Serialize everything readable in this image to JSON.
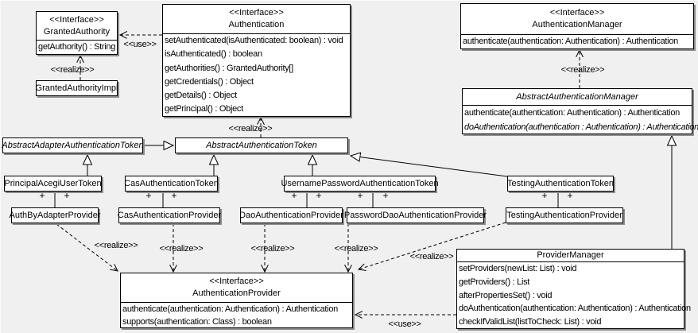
{
  "colors": {
    "background": "#f0f0f0",
    "box_fill": "#ffffff",
    "line": "#000000",
    "shadow": "#8c8c8c"
  },
  "edge_labels": {
    "use": "<<use>>",
    "realize": "<<realize>>"
  },
  "multiplicity": {
    "plus": "+"
  },
  "classes": {
    "granted_authority": {
      "stereotype": "<<Interface>>",
      "name": "GrantedAuthority",
      "methods": [
        "getAuthority() : String"
      ]
    },
    "granted_authority_impl": {
      "name": "GrantedAuthorityImpl"
    },
    "authentication": {
      "stereotype": "<<Interface>>",
      "name": "Authentication",
      "methods": [
        "setAuthenticated(isAuthenticated: boolean) : void",
        "isAuthenticated() : boolean",
        "getAuthorities() : GrantedAuthority[]",
        "getCredentials() : Object",
        "getDetails() : Object",
        "getPrincipal() : Object"
      ]
    },
    "authentication_manager": {
      "stereotype": "<<Interface>>",
      "name": "AuthenticationManager",
      "methods": [
        "authenticate(authentication: Authentication) : Authentication"
      ]
    },
    "abstract_authentication_manager": {
      "name": "AbstractAuthenticationManager",
      "methods": [
        "authenticate(authentication: Authentication) : Authentication",
        "doAuthentication(authentication : Authentication) : Authentication"
      ]
    },
    "abstract_adapter_authentication_token": {
      "name": "AbstractAdapterAuthenticationToken"
    },
    "abstract_authentication_token": {
      "name": "AbstractAuthenticationToken"
    },
    "principal_acegi_user_token": {
      "name": "PrincipalAcegiUserToken"
    },
    "cas_authentication_token": {
      "name": "CasAuthenticationToken"
    },
    "username_password_authentication_token": {
      "name": "UsernamePasswordAuthenticationToken"
    },
    "testing_authentication_token": {
      "name": "TestingAuthenticationToken"
    },
    "auth_by_adapter_provider": {
      "name": "AuthByAdapterProvider"
    },
    "cas_authentication_provider": {
      "name": "CasAuthenticationProvider"
    },
    "dao_authentication_provider": {
      "name": "DaoAuthenticationProvider"
    },
    "password_dao_authentication_provider": {
      "name": "PasswordDaoAuthenticationProvider"
    },
    "testing_authentication_provider": {
      "name": "TestingAuthenticationProvider"
    },
    "authentication_provider": {
      "stereotype": "<<Interface>>",
      "name": "AuthenticationProvider",
      "methods": [
        "authenticate(authentication: Authentication) : Authentication",
        "supports(authentication: Class) : boolean"
      ]
    },
    "provider_manager": {
      "name": "ProviderManager",
      "methods": [
        "setProviders(newList: List) : void",
        "getProviders() : List",
        "afterPropertiesSet() : void",
        "doAuthentication(authentication: Authentication) : Authentication",
        "checkIfValidList(listToCheck: List) : void"
      ]
    }
  }
}
